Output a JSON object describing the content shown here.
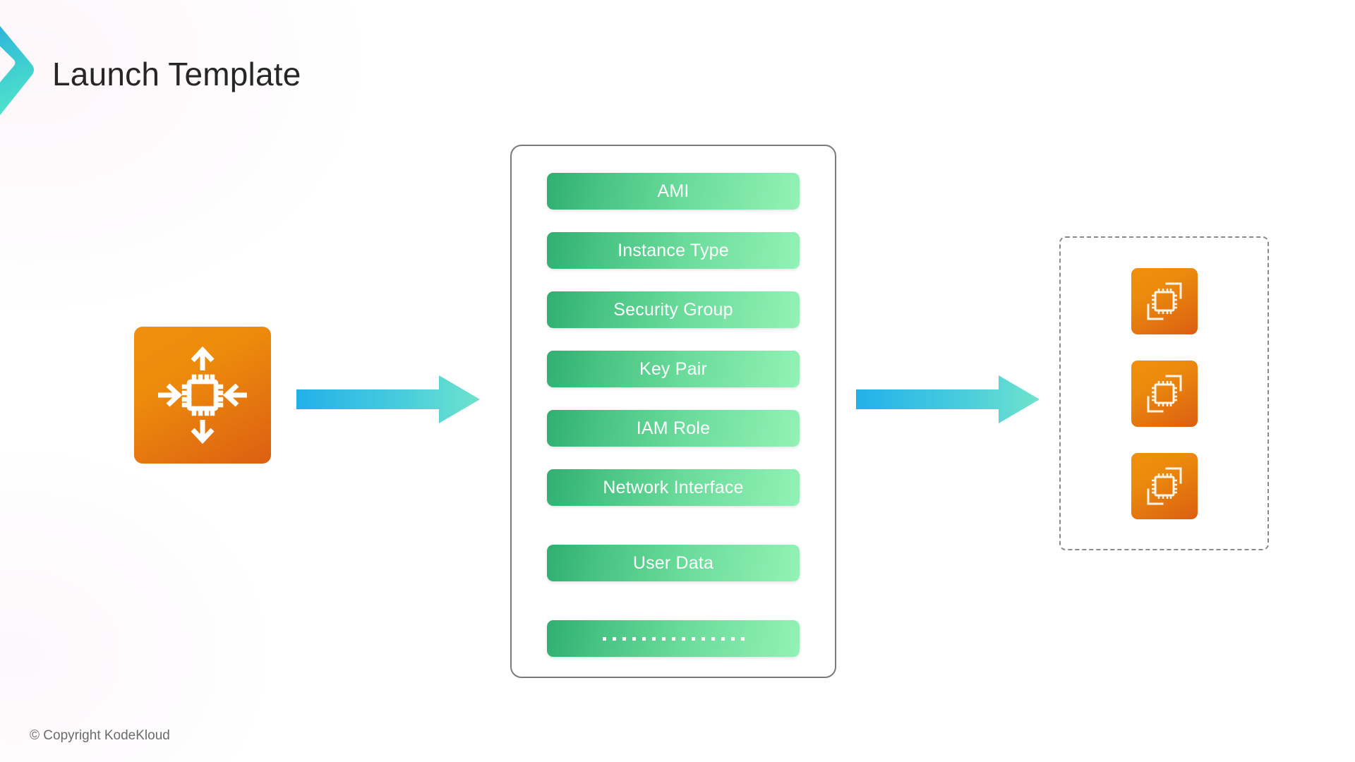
{
  "slide": {
    "title": "Launch Template",
    "footer": "© Copyright KodeKloud"
  },
  "brand": {
    "logo_icon": "kodekloud-chevron-icon",
    "gradient_start": "#2BB3E0",
    "gradient_end": "#4FE0CE"
  },
  "source": {
    "icon": "ec2-auto-scaling-icon",
    "tile_gradient_start": "#F0900E",
    "tile_gradient_end": "#DC5F12"
  },
  "arrows": [
    {
      "name": "arrow-source-to-template",
      "gradient_start": "#2BB0E6",
      "gradient_end": "#6EE0CE"
    },
    {
      "name": "arrow-template-to-instances",
      "gradient_start": "#2BB0E6",
      "gradient_end": "#6EE0CE"
    }
  ],
  "launch_template": {
    "border_color": "#7A7A7A",
    "pill_gradient_start": "#2FAF72",
    "pill_gradient_end": "#93F2B6",
    "items": [
      {
        "label": "AMI"
      },
      {
        "label": "Instance Type"
      },
      {
        "label": "Security Group"
      },
      {
        "label": "Key Pair"
      },
      {
        "label": "IAM Role"
      },
      {
        "label": "Network Interface"
      },
      {
        "label": "User Data"
      }
    ],
    "more_item": {
      "label": "",
      "dot_count": 15
    }
  },
  "instances": {
    "border_style": "dashed",
    "border_color": "#8A8A8A",
    "tile_gradient_start": "#F0900E",
    "tile_gradient_end": "#DB5E12",
    "list": [
      {
        "icon": "ec2-instance-icon"
      },
      {
        "icon": "ec2-instance-icon"
      },
      {
        "icon": "ec2-instance-icon"
      }
    ]
  }
}
